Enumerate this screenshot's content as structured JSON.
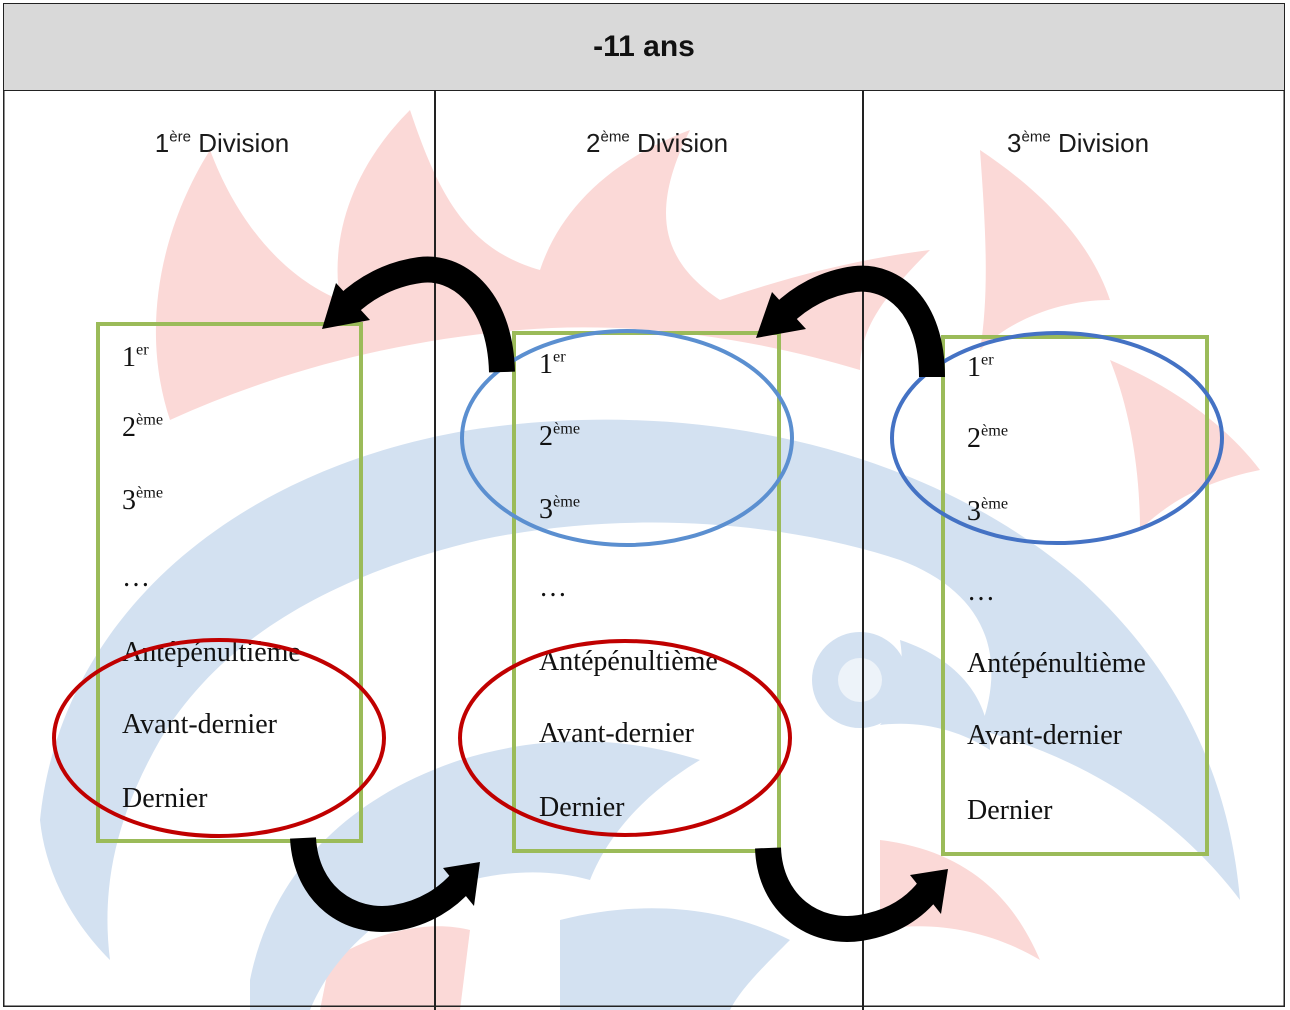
{
  "title": "-11 ans",
  "divisions": [
    {
      "number": "1",
      "suffix": "ère",
      "label": " Division",
      "ranks": [
        {
          "main": "1",
          "sup": "er"
        },
        {
          "main": "2",
          "sup": "ème"
        },
        {
          "main": "3",
          "sup": "ème"
        },
        {
          "main": "…",
          "sup": ""
        },
        {
          "main": "Antépénultième",
          "sup": ""
        },
        {
          "main": "Avant-dernier",
          "sup": ""
        },
        {
          "main": "Dernier",
          "sup": ""
        }
      ]
    },
    {
      "number": "2",
      "suffix": "ème",
      "label": " Division",
      "ranks": [
        {
          "main": "1",
          "sup": "er"
        },
        {
          "main": "2",
          "sup": "ème"
        },
        {
          "main": "3",
          "sup": "ème"
        },
        {
          "main": "…",
          "sup": ""
        },
        {
          "main": "Antépénultième",
          "sup": ""
        },
        {
          "main": "Avant-dernier",
          "sup": ""
        },
        {
          "main": "Dernier",
          "sup": ""
        }
      ]
    },
    {
      "number": "3",
      "suffix": "ème",
      "label": " Division",
      "ranks": [
        {
          "main": "1",
          "sup": "er"
        },
        {
          "main": "2",
          "sup": "ème"
        },
        {
          "main": "3",
          "sup": "ème"
        },
        {
          "main": "…",
          "sup": ""
        },
        {
          "main": "Antépénultième",
          "sup": ""
        },
        {
          "main": "Avant-dernier",
          "sup": ""
        },
        {
          "main": "Dernier",
          "sup": ""
        }
      ]
    }
  ],
  "colors": {
    "header_bg": "#d9d9d9",
    "box_border": "#9bbb59",
    "promotion_ellipse": "#4f81bd",
    "relegation_ellipse": "#c00000",
    "arrow": "#000000",
    "watermark_red": "#fbd9d7",
    "watermark_blue": "#d3e1f1"
  },
  "icons": {
    "promotion_arrow": "curved-arrow-up-left-icon",
    "relegation_arrow": "curved-arrow-down-right-icon",
    "watermark": "club-logo-watermark"
  }
}
